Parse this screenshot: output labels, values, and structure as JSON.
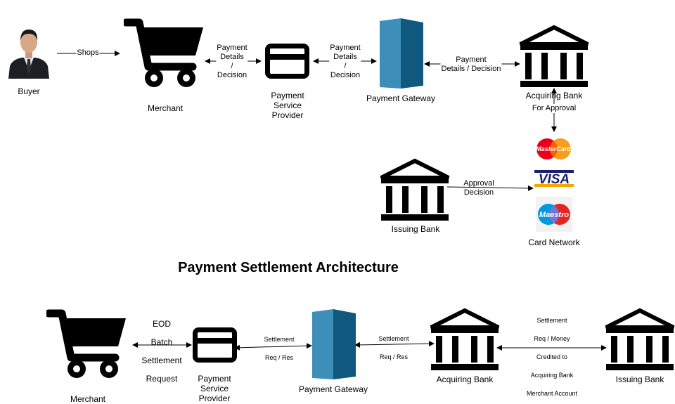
{
  "top": {
    "nodes": {
      "buyer": "Buyer",
      "merchant": "Merchant",
      "psp": [
        "Payment",
        "Service",
        "Provider"
      ],
      "gateway": "Payment Gateway",
      "acquiring": "Acquiring Bank",
      "issuing": "Issuing Bank",
      "network": "Card Network"
    },
    "edges": {
      "shops": "Shops",
      "merchant_psp": [
        "Payment",
        "Details",
        "/",
        "Decision"
      ],
      "psp_gateway": [
        "Payment",
        "Details",
        "/",
        "Decision"
      ],
      "gateway_acquiring": [
        "Payment",
        "Details / Decision"
      ],
      "acquiring_network": "For Approval",
      "issuing_network": [
        "Approval",
        "Decision"
      ]
    },
    "card_logos": [
      "MasterCard",
      "VISA",
      "Maestro"
    ]
  },
  "title": "Payment Settlement Architecture",
  "bottom": {
    "nodes": {
      "merchant": "Merchant",
      "psp": [
        "Payment",
        "Service",
        "Provider"
      ],
      "gateway": "Payment Gateway",
      "acquiring": "Acquiring Bank",
      "issuing": "Issuing Bank"
    },
    "edges": {
      "merchant_psp": [
        "EOD",
        "Batch",
        "Settlement",
        "Request"
      ],
      "psp_gateway": [
        "Settlement",
        "Req / Res"
      ],
      "gateway_acquiring": [
        "Settlement",
        "Req / Res"
      ],
      "acquiring_issuing": [
        "Settlement",
        "Req / Money",
        "Credited to",
        "Acquiring Bank",
        "Merchant Account"
      ]
    }
  },
  "colors": {
    "gateway_front": "#3d8eb9",
    "gateway_side": "#11587f",
    "mastercard_red": "#eb001b",
    "mastercard_orange": "#f79e1b",
    "visa_blue": "#1a1f71",
    "visa_gold": "#f7a600",
    "maestro_blue": "#0099df",
    "maestro_red": "#e52423"
  }
}
